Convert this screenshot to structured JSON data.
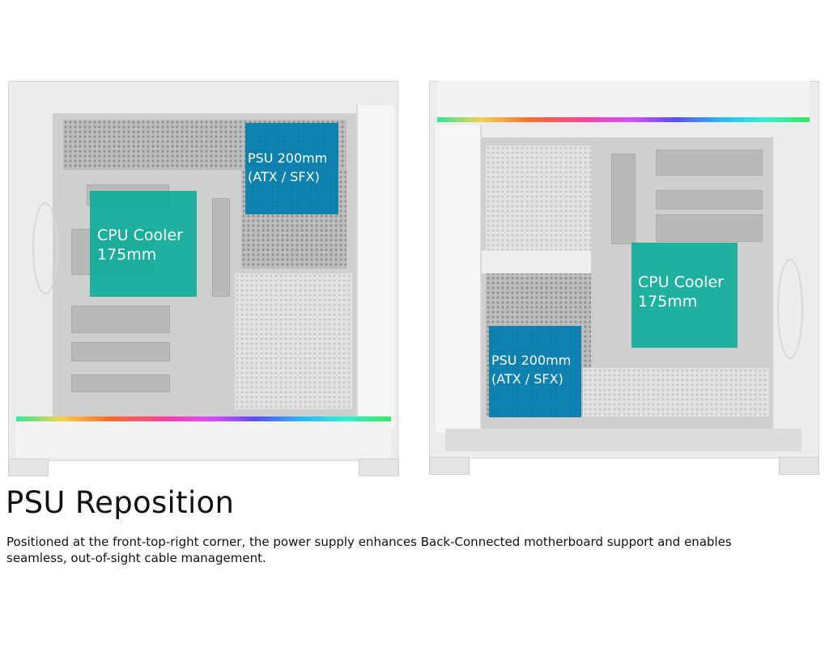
{
  "left_case": {
    "cpu_label_line1": "CPU Cooler",
    "cpu_label_line2": "175mm",
    "psu_label_line1": "PSU 200mm",
    "psu_label_line2": "(ATX / SFX)"
  },
  "right_case": {
    "cpu_label_line1": "CPU Cooler",
    "cpu_label_line2": "175mm",
    "psu_label_line1": "PSU 200mm",
    "psu_label_line2": "(ATX / SFX)"
  },
  "heading": "PSU Reposition",
  "description": "Positioned at the front-top-right corner, the power supply enhances Back-Connected motherboard support and enables seamless, out-of-sight cable management.",
  "colors": {
    "cpu_box": "#00aa96",
    "psu_box": "#007daf"
  }
}
